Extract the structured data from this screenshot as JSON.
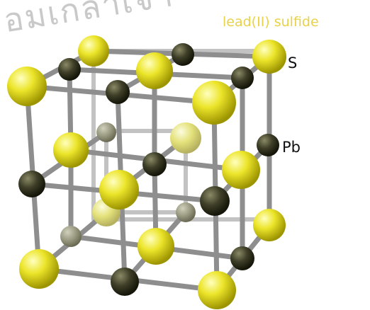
{
  "title": "lead(II) sulfide",
  "labels": {
    "sulfur": "S",
    "lead": "Pb"
  },
  "watermark": "อมเกล้าเจ้า",
  "colors": {
    "sulfur": "#e6e020",
    "lead": "#3c3c26",
    "rod": "#8e8e8e",
    "title": "#e8d24a"
  }
}
